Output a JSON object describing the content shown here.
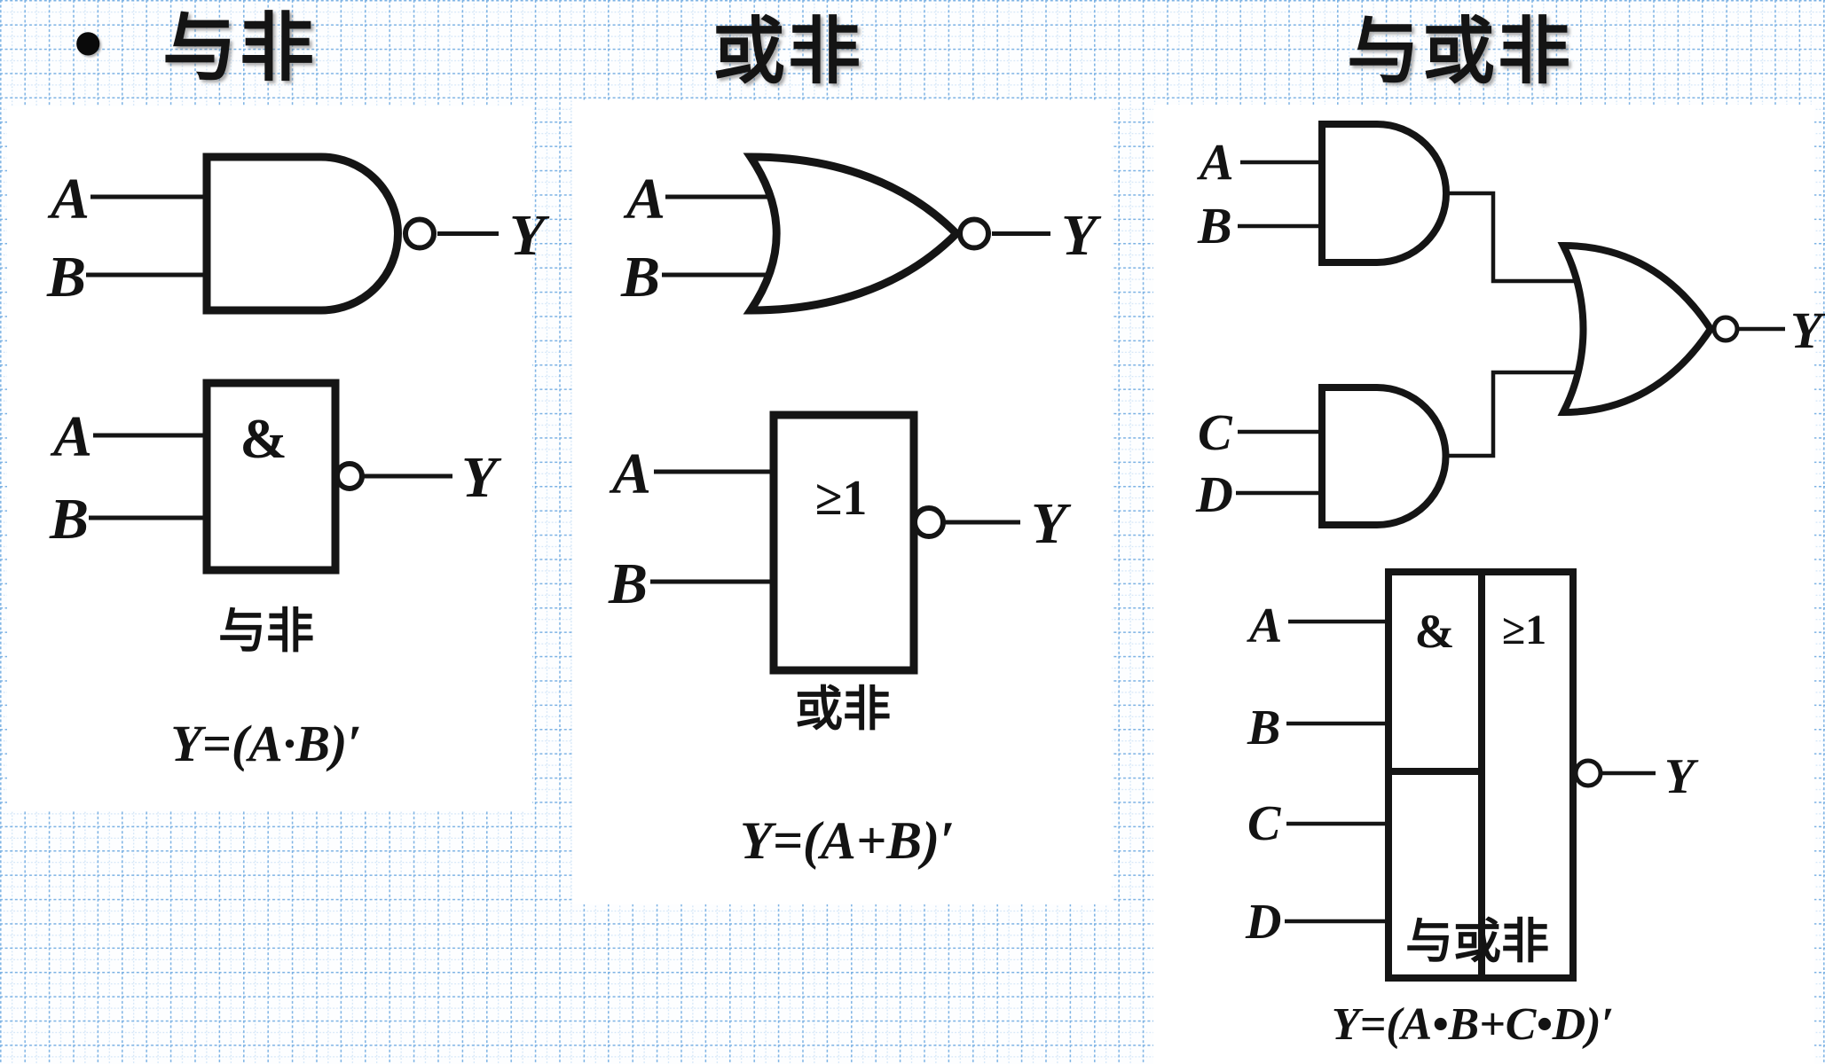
{
  "slide": {
    "bullet": "•",
    "titles": {
      "nand": "与非",
      "nor": "或非",
      "aoi": "与或非"
    }
  },
  "colors": {
    "grid_major": "#7cb2e4",
    "grid_minor": "#c9e0f6",
    "ink": "#151515",
    "panel": "#ffffff"
  },
  "nand": {
    "us": {
      "input_a": "A",
      "input_b": "B",
      "output": "Y"
    },
    "iec": {
      "symbol": "&",
      "input_a": "A",
      "input_b": "B",
      "output": "Y"
    },
    "caption": "与非",
    "formula": "Y=(A·B)′"
  },
  "nor": {
    "us": {
      "input_a": "A",
      "input_b": "B",
      "output": "Y"
    },
    "iec": {
      "symbol": "≥1",
      "input_a": "A",
      "input_b": "B",
      "output": "Y"
    },
    "caption": "或非",
    "formula": "Y=(A+B)′"
  },
  "aoi": {
    "circuit": {
      "input_a": "A",
      "input_b": "B",
      "input_c": "C",
      "input_d": "D",
      "output": "Y"
    },
    "iec": {
      "and_symbol": "&",
      "or_symbol": "≥1",
      "input_a": "A",
      "input_b": "B",
      "input_c": "C",
      "input_d": "D",
      "output": "Y"
    },
    "caption": "与或非",
    "formula": "Y=(A•B+C•D)′"
  }
}
